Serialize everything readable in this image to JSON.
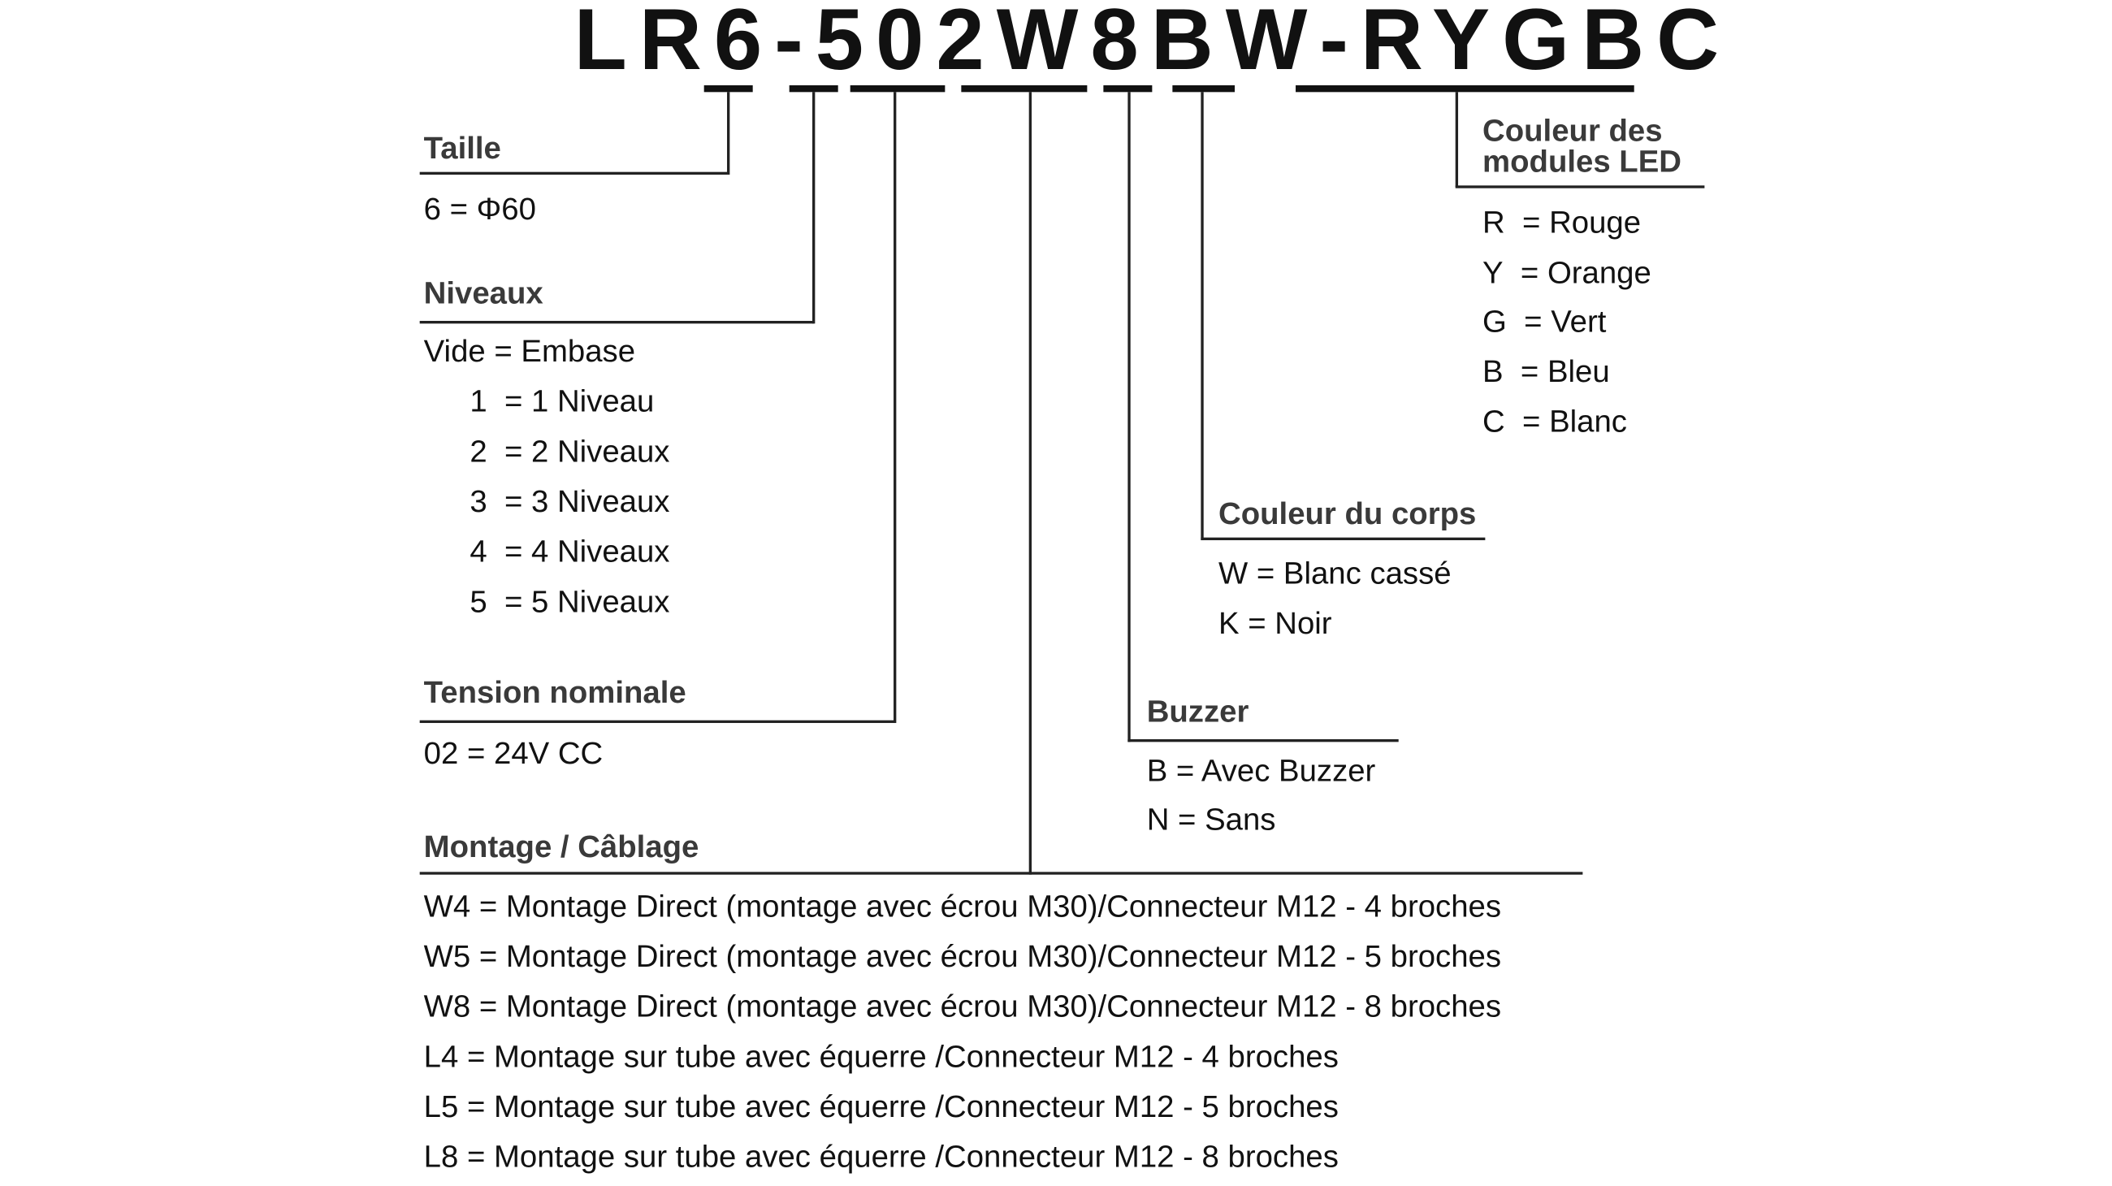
{
  "code": {
    "segments": [
      "LR",
      "6",
      "-",
      "5",
      "02",
      "W8",
      "B",
      "W",
      "-",
      "RYGBC"
    ]
  },
  "taille": {
    "title": "Taille",
    "items": [
      "6 = Φ60"
    ]
  },
  "niveaux": {
    "title": "Niveaux",
    "items": [
      {
        "key": "Vide",
        "text": "= Embase"
      },
      {
        "key": "1",
        "text": "= 1 Niveau"
      },
      {
        "key": "2",
        "text": "= 2 Niveaux"
      },
      {
        "key": "3",
        "text": "= 3 Niveaux"
      },
      {
        "key": "4",
        "text": "= 4 Niveaux"
      },
      {
        "key": "5",
        "text": "= 5 Niveaux"
      }
    ]
  },
  "tension": {
    "title": "Tension nominale",
    "items": [
      "02 = 24V CC"
    ]
  },
  "montage": {
    "title": "Montage / Câblage",
    "items": [
      "W4 = Montage Direct (montage avec écrou M30)/Connecteur M12 - 4 broches",
      "W5 = Montage Direct (montage avec écrou M30)/Connecteur M12 - 5 broches",
      "W8 = Montage Direct (montage avec écrou M30)/Connecteur M12 - 8 broches",
      "L4 = Montage sur tube avec équerre /Connecteur M12 - 4 broches",
      "L5 = Montage sur tube avec équerre /Connecteur M12 - 5 broches",
      "L8 = Montage sur tube avec équerre /Connecteur M12 - 8 broches"
    ]
  },
  "buzzer": {
    "title": "Buzzer",
    "items": [
      "B = Avec Buzzer",
      "N = Sans"
    ]
  },
  "corps": {
    "title": "Couleur du corps",
    "items": [
      "W = Blanc cassé",
      "K = Noir"
    ]
  },
  "led": {
    "title_line1": "Couleur des",
    "title_line2": "modules LED",
    "items": [
      {
        "key": "R",
        "text": "= Rouge"
      },
      {
        "key": "Y",
        "text": "= Orange"
      },
      {
        "key": "G",
        "text": "= Vert"
      },
      {
        "key": "B",
        "text": "= Bleu"
      },
      {
        "key": "C",
        "text": "= Blanc"
      }
    ]
  }
}
